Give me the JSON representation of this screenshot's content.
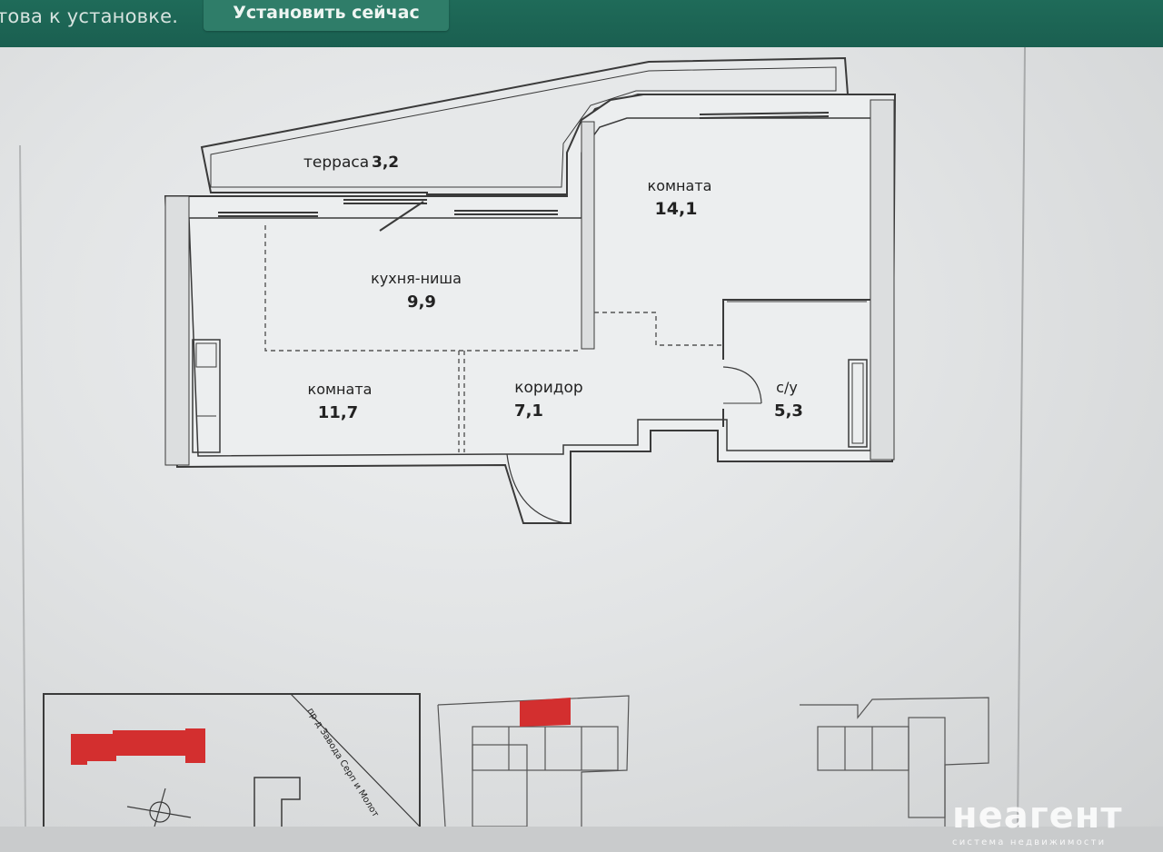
{
  "browser_bar": {
    "message": "това к установке.",
    "install_button": "Установить сейчас"
  },
  "floor_plan": {
    "rooms": [
      {
        "id": "terrace",
        "name": "терраса",
        "area": "3,2"
      },
      {
        "id": "room_big",
        "name": "комната",
        "area": "14,1"
      },
      {
        "id": "kitchen",
        "name": "кухня-ниша",
        "area": "9,9"
      },
      {
        "id": "room_small",
        "name": "комната",
        "area": "11,7"
      },
      {
        "id": "corridor",
        "name": "коридор",
        "area": "7,1"
      },
      {
        "id": "bathroom",
        "name": "с/у",
        "area": "5,3"
      }
    ]
  },
  "site_map": {
    "street_label": "пр-д Завода Серп и Молот"
  },
  "watermark": {
    "logo": "неагент",
    "subtitle": "система недвижимости"
  },
  "colors": {
    "topbar": "#1f6b59",
    "button": "#2f7d69",
    "highlight": "#d32f2f",
    "wall": "#3a3a3a"
  }
}
